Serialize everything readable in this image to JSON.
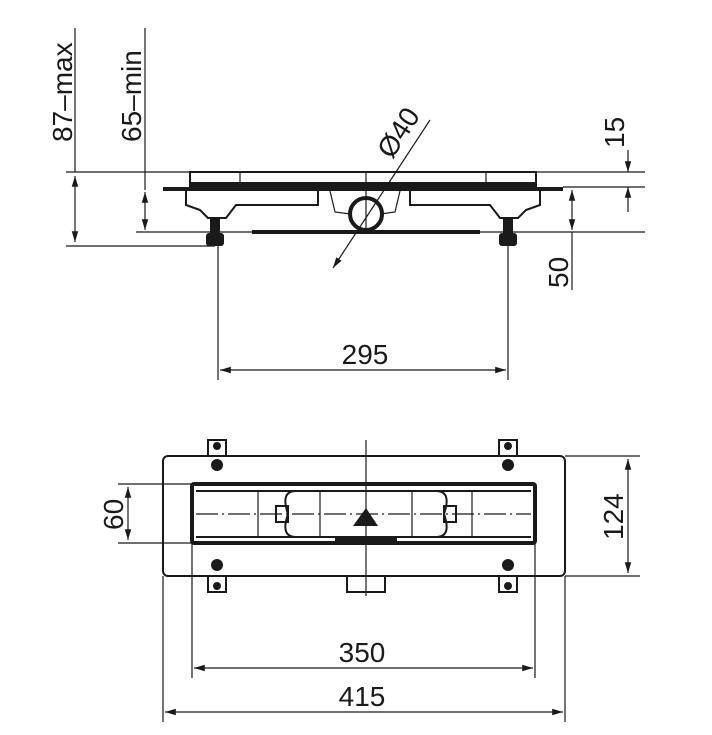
{
  "side_view": {
    "dim_max_height": "87–max",
    "dim_min_height": "65–min",
    "dim_pipe_diameter": "Ø40",
    "dim_grate_height": "15",
    "dim_body_height": "50",
    "dim_feet_spacing": "295"
  },
  "top_view": {
    "dim_channel_width": "60",
    "dim_overall_width": "124",
    "dim_channel_length": "350",
    "dim_overall_length": "415"
  },
  "colors": {
    "line": "#1a1a1a",
    "background": "#ffffff"
  }
}
